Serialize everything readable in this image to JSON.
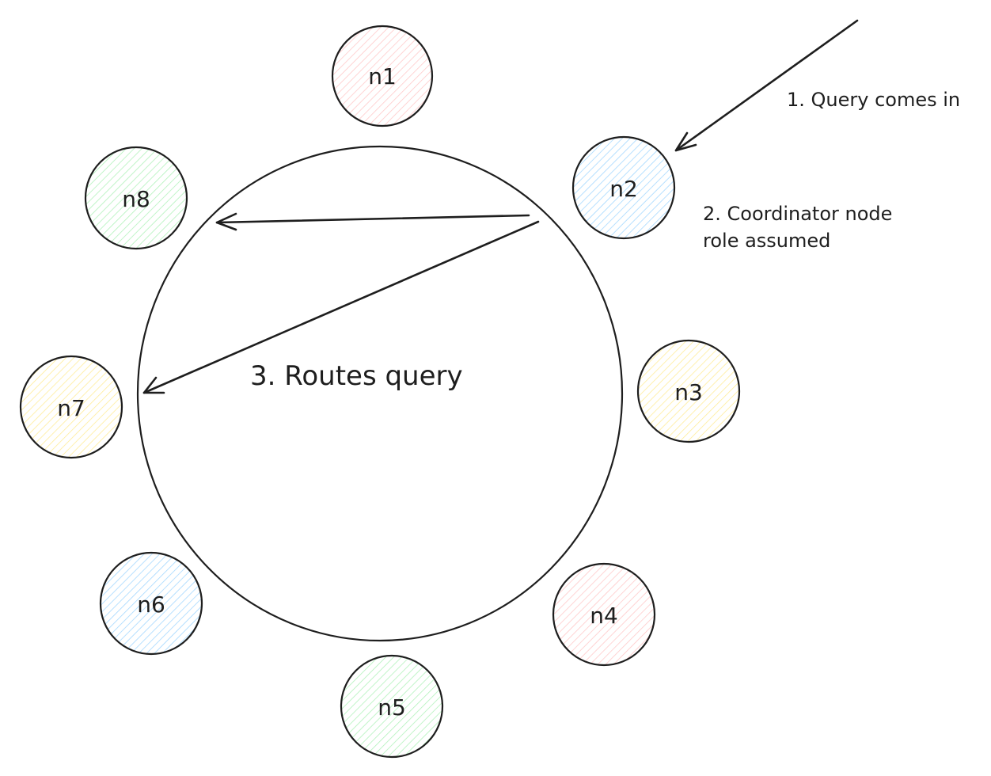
{
  "colors": {
    "stroke": "#1e1e1e",
    "red_hatch": "#ffc9c9",
    "blue_hatch": "#a5d8ff",
    "green_hatch": "#b2f2bb",
    "yellow_hatch": "#ffec99"
  },
  "nodes": [
    {
      "label": "n1",
      "hatch": "red"
    },
    {
      "label": "n2",
      "hatch": "blue"
    },
    {
      "label": "n3",
      "hatch": "yellow"
    },
    {
      "label": "n4",
      "hatch": "red"
    },
    {
      "label": "n5",
      "hatch": "green"
    },
    {
      "label": "n6",
      "hatch": "blue"
    },
    {
      "label": "n7",
      "hatch": "yellow"
    },
    {
      "label": "n8",
      "hatch": "green"
    }
  ],
  "annotations": {
    "step1": "1. Query comes in",
    "step2_line1": "2. Coordinator node",
    "step2_line2": "role assumed",
    "step3": "3. Routes query"
  }
}
